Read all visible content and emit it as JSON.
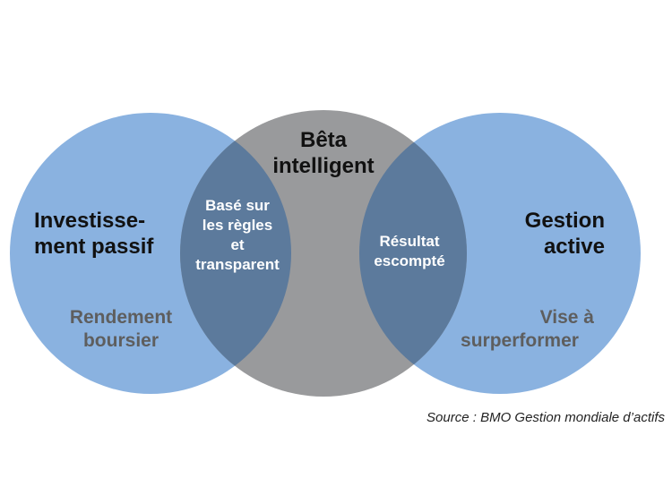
{
  "circles": {
    "left": {
      "title_lines": [
        "Investisse-",
        "ment passif"
      ],
      "subtitle_lines": [
        "Rendement",
        "boursier"
      ],
      "color": "#8ab2e0"
    },
    "center": {
      "title_lines": [
        "Bêta",
        "intelligent"
      ],
      "color": "#999a9c"
    },
    "right": {
      "title_lines": [
        "Gestion",
        "active"
      ],
      "subtitle_lines": [
        "Vise à",
        "surperformer"
      ],
      "color": "#8ab2e0"
    }
  },
  "overlaps": {
    "left_center": {
      "lines": [
        "Basé sur",
        "les règles",
        "et",
        "transparent"
      ],
      "color": "#5c7a9c"
    },
    "center_right": {
      "lines": [
        "Résultat",
        "escompté"
      ],
      "color": "#5c7a9c"
    }
  },
  "source": "Source : BMO Gestion mondiale d’actifs"
}
